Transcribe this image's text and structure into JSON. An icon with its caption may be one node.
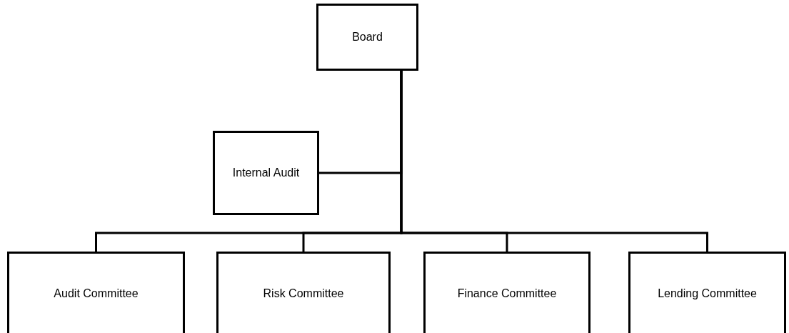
{
  "diagram": {
    "nodes": [
      {
        "text": [
          "Board"
        ]
      },
      {
        "text": [
          "Internal Audit"
        ]
      },
      {
        "text": [
          "Audit Committee"
        ]
      },
      {
        "text": [
          "Risk Committee"
        ]
      },
      {
        "text": [
          "Finance Committee"
        ]
      },
      {
        "text": [
          "Lending Committee"
        ]
      }
    ],
    "edges": [
      {
        "from": 0,
        "to": 1,
        "arrow": "none"
      },
      {
        "from": 0,
        "to": 2,
        "arrow": "none"
      },
      {
        "from": 0,
        "to": 3,
        "arrow": "none"
      },
      {
        "from": 0,
        "to": 4,
        "arrow": "none"
      },
      {
        "from": 0,
        "to": 5,
        "arrow": "none"
      }
    ]
  }
}
